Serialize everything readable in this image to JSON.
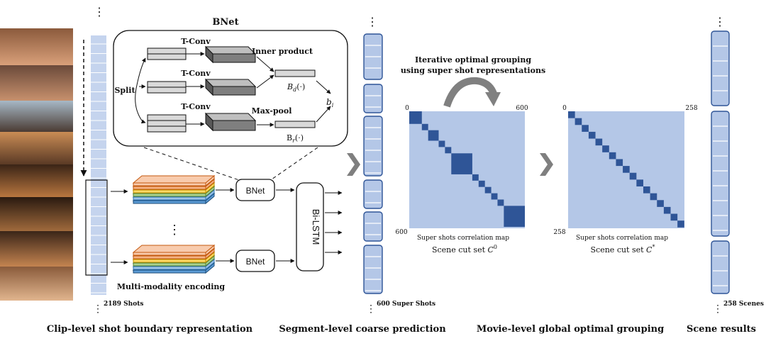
{
  "stages": {
    "clip": "Clip-level shot boundary representation",
    "segment": "Segment-level coarse prediction",
    "movie": "Movie-level global optimal grouping",
    "scene": "Scene results"
  },
  "counts": {
    "shots": "2189 Shots",
    "super_shots": "600 Super Shots",
    "scenes": "258 Scenes"
  },
  "bnet_panel": {
    "title": "BNet",
    "tconv": "T-Conv",
    "inner_product": "Inner product",
    "max_pool": "Max-pool",
    "split": "Split",
    "bd": "B",
    "bd_sub": "d",
    "bd_arg": "(·)",
    "br": "B",
    "br_sub": "r",
    "br_arg": "(·)",
    "bi": "b",
    "bi_sub": "i"
  },
  "modules": {
    "bnet": "BNet",
    "bilstm": "Bi-LSTM",
    "encoding": "Multi-modality encoding"
  },
  "grouping": {
    "line1": "Iterative optimal grouping",
    "line2": "using super shot representations"
  },
  "map1": {
    "start": "0",
    "end_x": "600",
    "end_y": "600",
    "caption": "Super shots correlation map",
    "cutset": "Scene cut set ",
    "cutset_sym": "C",
    "cutset_sup": "0"
  },
  "map2": {
    "start": "0",
    "end_x": "258",
    "end_y": "258",
    "caption": "Super shots correlation map",
    "cutset": "Scene cut set ",
    "cutset_sym": "C",
    "cutset_sup": "*"
  },
  "colors": {
    "light_blue": "#b4c7e7",
    "dark_blue": "#2f5597",
    "strip_fill": "#c5d4ee",
    "arrow_gray": "#7f7f7f"
  }
}
